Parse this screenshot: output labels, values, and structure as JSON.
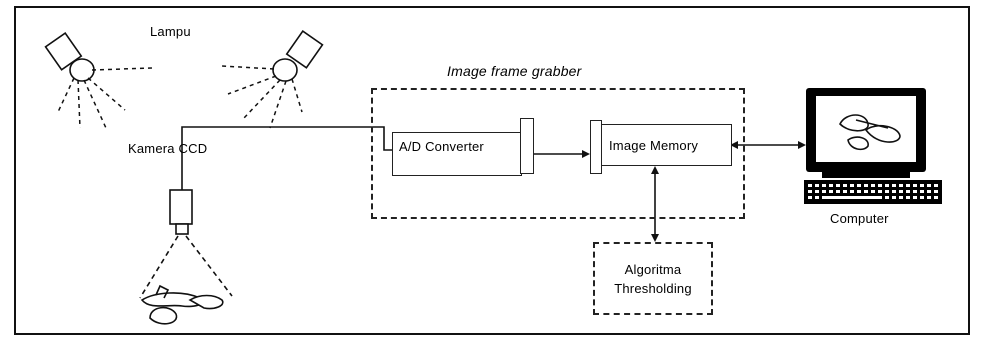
{
  "labels": {
    "lamp": "Lampu",
    "camera": "Kamera CCD",
    "grabber": "Image frame grabber",
    "ad_converter": "A/D Converter",
    "image_memory": "Image Memory",
    "algorithm_line1": "Algoritma",
    "algorithm_line2": "Thresholding",
    "computer": "Computer"
  },
  "icons": [
    "lamp-icon",
    "camera-icon",
    "object-icon",
    "computer-monitor-icon",
    "keyboard-icon"
  ]
}
